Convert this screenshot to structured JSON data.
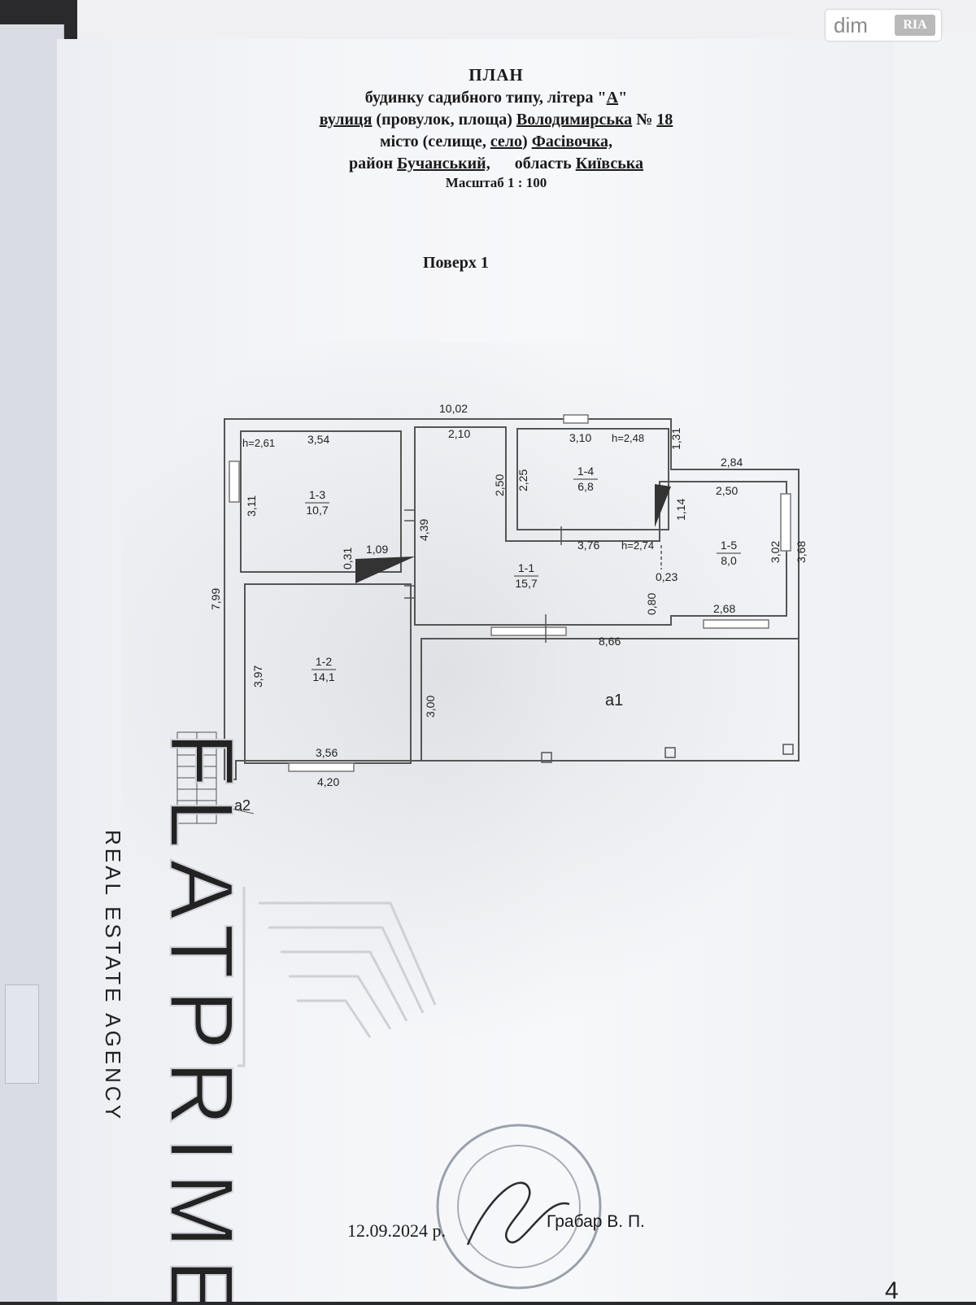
{
  "header": {
    "title": "ПЛАН",
    "subtitle_pre": "будинку садибного типу, літера \"",
    "litera": "А",
    "subtitle_post": "\"",
    "street_label": "вулиця",
    "street_label_rest": "(провулок, площа)",
    "street_name": "Володимирська",
    "number_label": "№",
    "number": "18",
    "city_label_pre": "місто (селище,",
    "city_label_selo": "село",
    "city_label_post": ")",
    "city_name": "Фасівочка,",
    "district_label": "район",
    "district_name": "Бучанський,",
    "region_label": "область",
    "region_name": "Київська",
    "scale": "Масштаб 1 : 100"
  },
  "floor_title": "Поверх 1",
  "plan": {
    "overall_width": "10,02",
    "overall_height": "7,99",
    "rooms": [
      {
        "id": "1-1",
        "area": "15,7"
      },
      {
        "id": "1-2",
        "area": "14,1"
      },
      {
        "id": "1-3",
        "area": "10,7"
      },
      {
        "id": "1-4",
        "area": "6,8"
      },
      {
        "id": "1-5",
        "area": "8,0"
      }
    ],
    "heights": {
      "h1": "h=2,61",
      "h2": "h=2,48",
      "h3": "h=2,74"
    },
    "dims": {
      "d354": "3,54",
      "d210": "2,10",
      "d310": "3,10",
      "d131": "1,31",
      "d284": "2,84",
      "d250a": "2,50",
      "d225": "2,25",
      "d250b": "2,50",
      "d114": "1,14",
      "d311": "3,11",
      "d439": "4,39",
      "d031": "0,31",
      "d109": "1,09",
      "d376": "3,76",
      "d302": "3,02",
      "d368": "3,68",
      "d023": "0,23",
      "d080": "0,80",
      "d268": "2,68",
      "d866": "8,66",
      "d397": "3,97",
      "d300": "3,00",
      "d356": "3,56",
      "d420": "4,20"
    },
    "terrace": "a1",
    "stairs": "a2"
  },
  "footer": {
    "date": "12.09.2024 р.",
    "signer": "Грабар В. П."
  },
  "page_number": "4",
  "badge": {
    "dim": "dim",
    "ria": "RIA"
  },
  "watermark": {
    "brand": "FLATPRIME",
    "tagline": "REAL ESTATE AGENCY"
  },
  "colors": {
    "ink": "#1a1a1a",
    "wall": "#555555",
    "watermark": "#d4d5da"
  }
}
